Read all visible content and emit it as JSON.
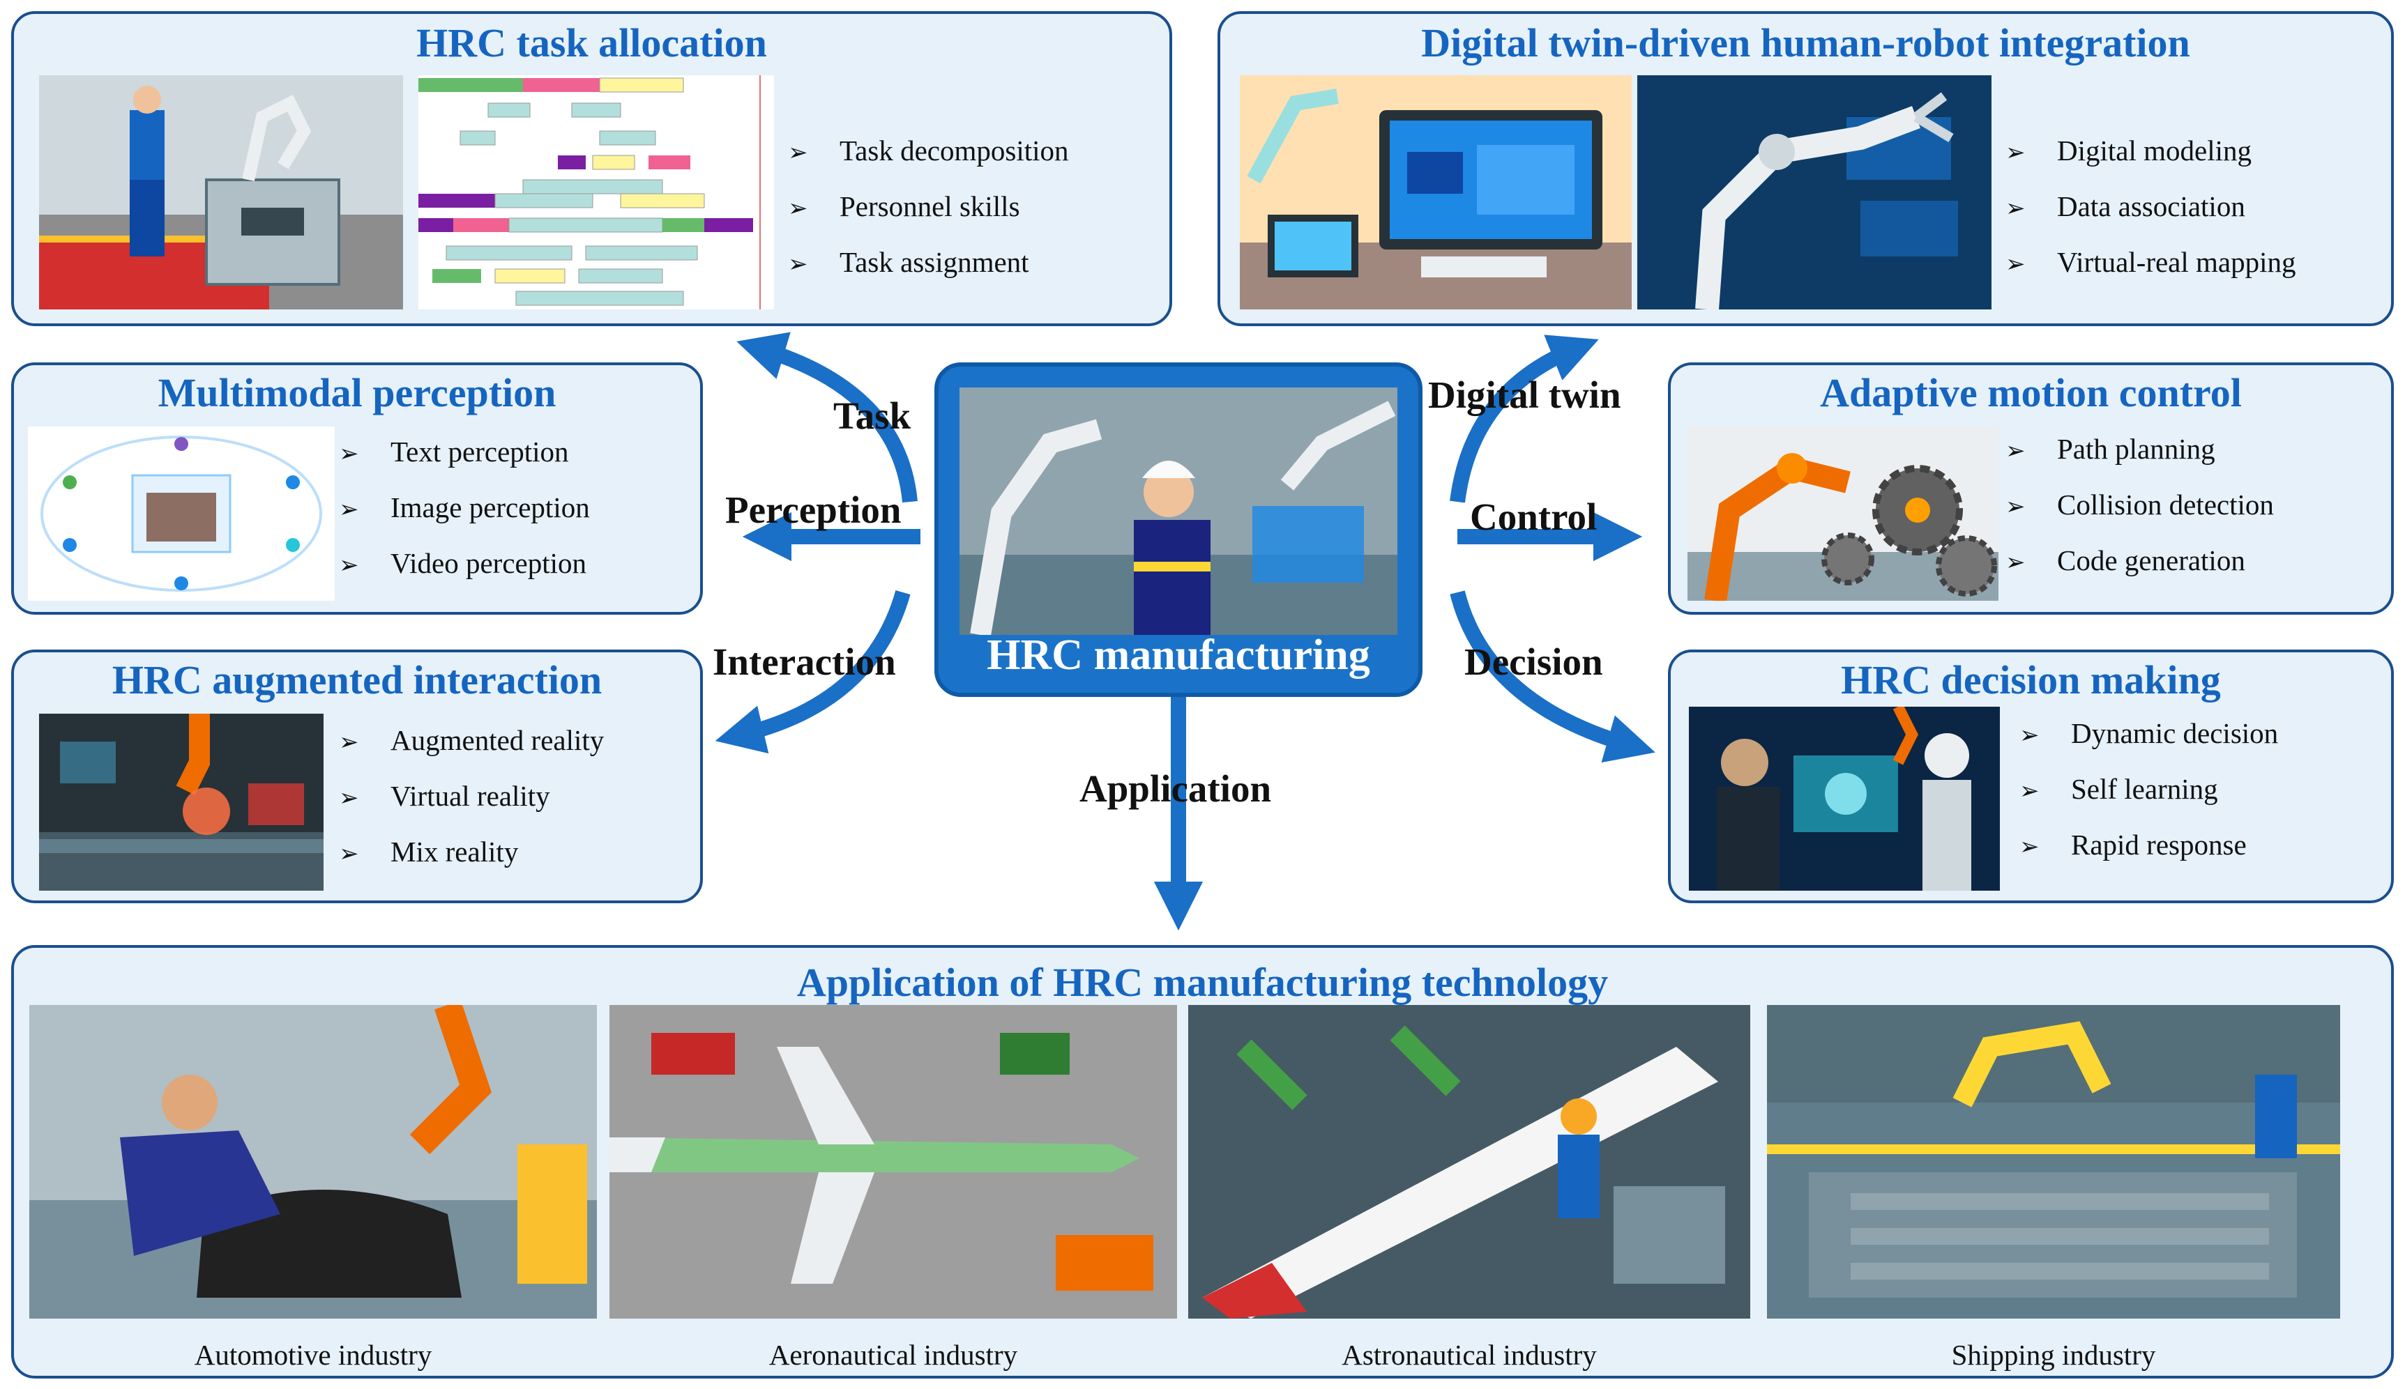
{
  "center": {
    "title": "HRC manufacturing"
  },
  "arrow_labels": {
    "task": "Task",
    "perception": "Perception",
    "interaction": "Interaction",
    "digital_twin": "Digital twin",
    "control": "Control",
    "decision": "Decision",
    "application": "Application"
  },
  "panels": {
    "task_allocation": {
      "title": "HRC task allocation",
      "items": [
        "Task decomposition",
        "Personnel skills",
        "Task assignment"
      ]
    },
    "digital_twin": {
      "title": "Digital twin-driven human-robot integration",
      "items": [
        "Digital modeling",
        "Data association",
        "Virtual-real mapping"
      ]
    },
    "perception": {
      "title": "Multimodal perception",
      "items": [
        "Text perception",
        "Image perception",
        "Video perception"
      ]
    },
    "motion_control": {
      "title": "Adaptive motion control",
      "items": [
        "Path planning",
        "Collision detection",
        "Code generation"
      ]
    },
    "interaction": {
      "title": "HRC augmented interaction",
      "items": [
        "Augmented reality",
        "Virtual reality",
        "Mix reality"
      ]
    },
    "decision": {
      "title": "HRC decision making",
      "items": [
        "Dynamic decision",
        "Self learning",
        "Rapid response"
      ]
    },
    "application": {
      "title": "Application of HRC manufacturing technology",
      "industries": [
        "Automotive industry",
        "Aeronautical industry",
        "Astronautical industry",
        "Shipping industry"
      ]
    }
  },
  "bullet_glyph": "➢",
  "colors": {
    "accent_blue": "#1565c0",
    "panel_bg": "#e6f1f9",
    "center_bg": "#1a73c9",
    "border": "#1a4f8f"
  }
}
